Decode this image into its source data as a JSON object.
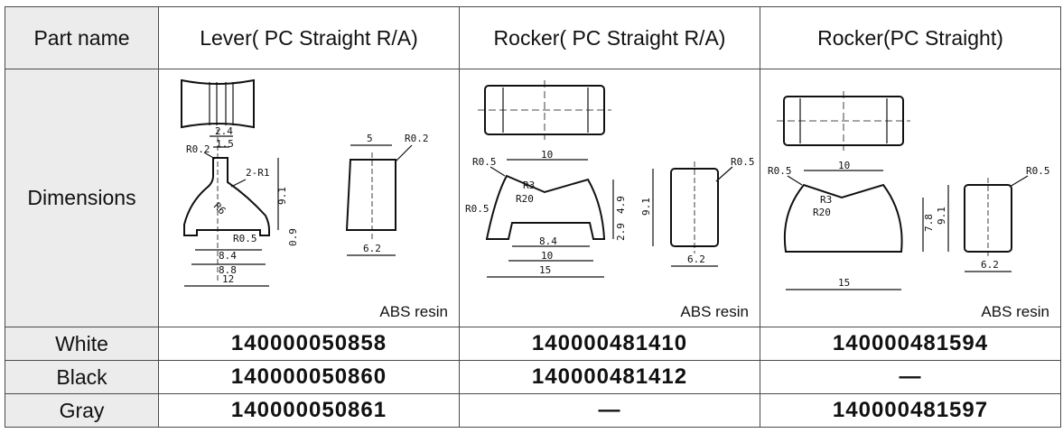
{
  "header": {
    "part_name_label": "Part name",
    "columns": [
      "Lever( PC Straight R/A)",
      "Rocker( PC Straight R/A)",
      "Rocker(PC Straight)"
    ]
  },
  "dimensions": {
    "label": "Dimensions",
    "material": [
      "ABS resin",
      "ABS resin",
      "ABS resin"
    ],
    "lever": {
      "top": [
        "2.4",
        "1.5"
      ],
      "labels": [
        "R0.2",
        "2-R1",
        "R6",
        "R0.5",
        "9.1",
        "0.9",
        "8.4",
        "8.8",
        "12"
      ],
      "side": [
        "5",
        "R0.2",
        "6.2"
      ]
    },
    "rocker_ra": {
      "labels": [
        "10",
        "R0.5",
        "R3",
        "R20",
        "R0.5",
        "R0.5",
        "4.9",
        "2.9",
        "8.4",
        "10",
        "15"
      ],
      "side": [
        "9.1",
        "6.2"
      ]
    },
    "rocker_pc": {
      "labels": [
        "10",
        "R0.5",
        "R3",
        "R20",
        "R0.5",
        "7.8",
        "15"
      ],
      "side": [
        "9.1",
        "6.2"
      ]
    }
  },
  "rows": [
    {
      "color": "White",
      "values": [
        "140000050858",
        "140000481410",
        "140000481594"
      ]
    },
    {
      "color": "Black",
      "values": [
        "140000050860",
        "140000481412",
        "—"
      ]
    },
    {
      "color": "Gray",
      "values": [
        "140000050861",
        "—",
        "140000481597"
      ]
    }
  ]
}
